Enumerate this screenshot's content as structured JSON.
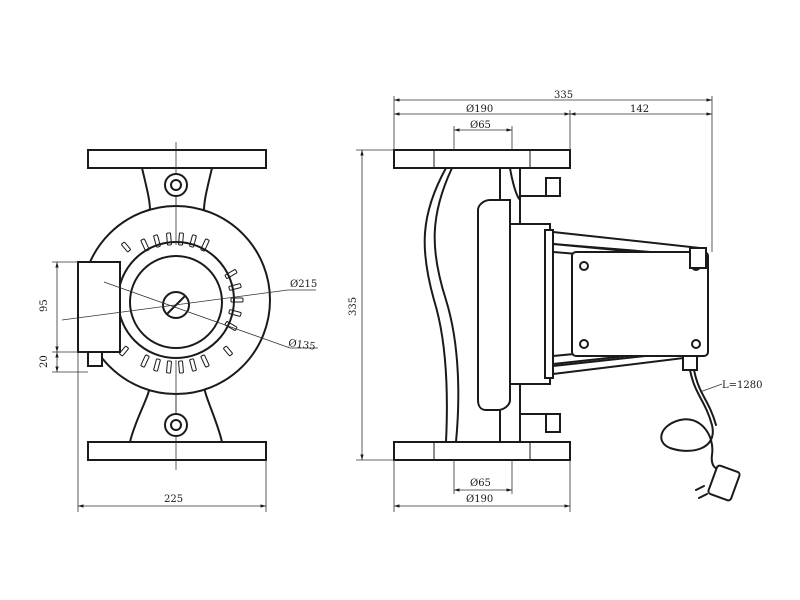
{
  "front_view": {
    "dim_width": "225",
    "dim_height_95": "95",
    "dim_height_20": "20",
    "dim_dia_outer": "Ø215",
    "dim_dia_inner": "Ø135"
  },
  "side_view": {
    "dim_total_width": "335",
    "dim_flange_top": "Ø190",
    "dim_box_width": "142",
    "dim_bore_top": "Ø65",
    "dim_height": "335",
    "dim_bore_bottom": "Ø65",
    "dim_flange_bottom": "Ø190",
    "cable_length": "L=1280"
  }
}
